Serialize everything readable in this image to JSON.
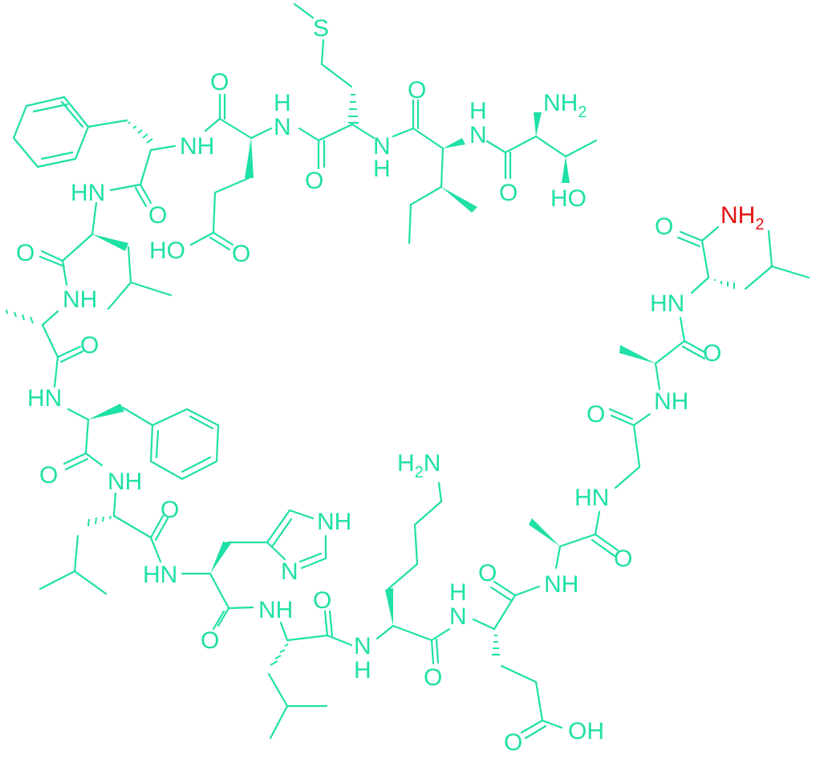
{
  "diagram": {
    "type": "chemical-structure",
    "molecule_class": "linear peptide (skeletal formula)",
    "colors": {
      "bond": "#1fe0a6",
      "label": "#1fe0a6",
      "highlight": "#e0120f",
      "background": "#ffffff"
    },
    "labels": {
      "s_met": "S",
      "nh2_nterm": "NH",
      "nh2_nterm_sub": "2",
      "ho_thr": "HO",
      "o_thr": "O",
      "nh_ile_n": "N",
      "nh_ile_h": "H",
      "o_ile": "O",
      "nh_met_n": "N",
      "nh_met_h": "H",
      "o_met": "O",
      "nh_glu_n": "N",
      "nh_glu_h": "H",
      "o_glu": "O",
      "ho_glu1": "HO",
      "o_glu1_side": "O",
      "nh_phe1": "NH",
      "hn_leu1": "HN",
      "o_phe1": "O",
      "o_leu1": "O",
      "nh_ala1": "NH",
      "o_ala1": "O",
      "hn_phe2": "HN",
      "o_phe2": "O",
      "nh_leu2": "NH",
      "o_leu2": "O",
      "hn_his": "HN",
      "nh_imid": "NH",
      "n_imid": "N",
      "o_his": "O",
      "nh_leu3": "NH",
      "o_leu3": "O",
      "nh_lys_n": "N",
      "nh_lys_h": "H",
      "h2n_lys": "H",
      "h2n_lys_sub": "2",
      "h2n_lys_n": "N",
      "o_lys": "O",
      "nh_glu2_h": "H",
      "nh_glu2_n": "N",
      "o_glu2": "O",
      "o_glu2_side": "O",
      "oh_glu2": "OH",
      "nh_ala2": "NH",
      "o_ala2": "O",
      "hn_gly": "HN",
      "o_gly": "O",
      "nh_ala3": "NH",
      "o_ala3": "O",
      "hn_leu_c": "HN",
      "o_cterm": "O",
      "nh2_cterm": "NH",
      "nh2_cterm_sub": "2"
    }
  }
}
